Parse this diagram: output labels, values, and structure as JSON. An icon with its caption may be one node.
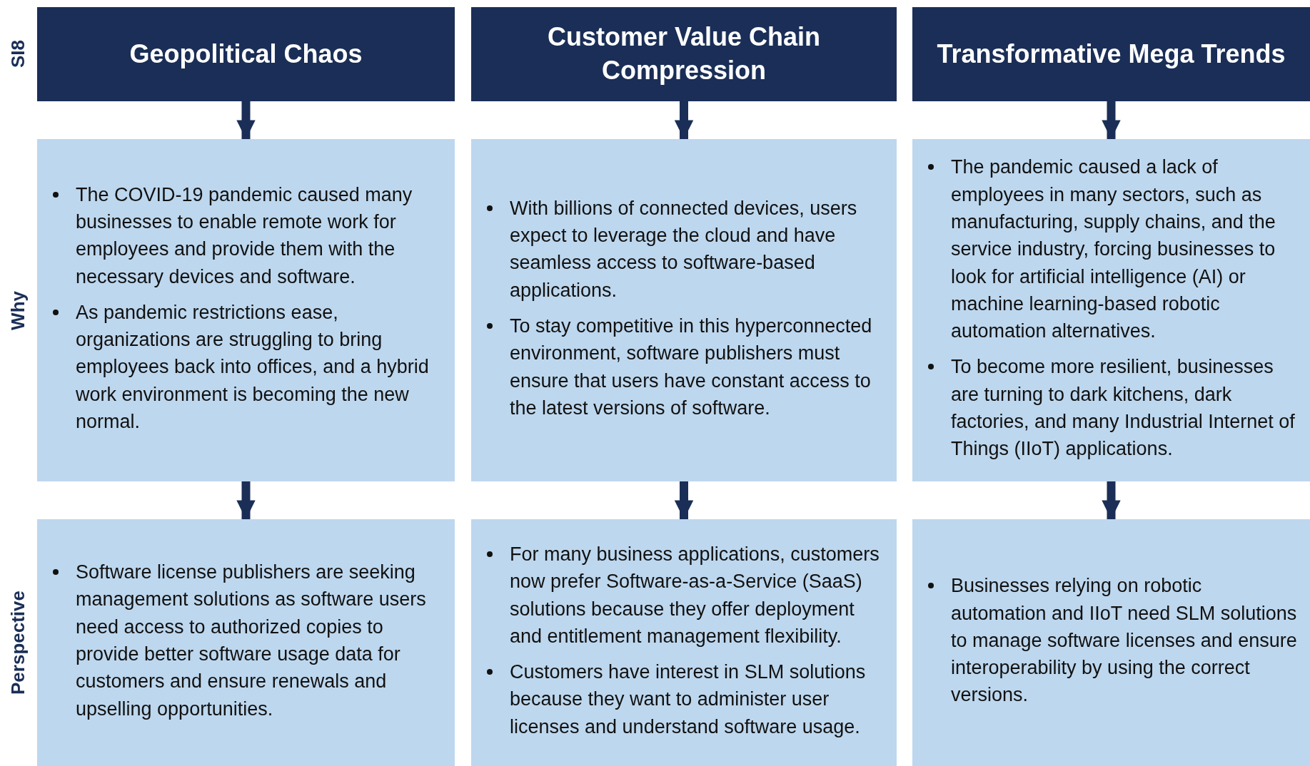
{
  "diagram": {
    "nodes": [
      {
        "text": [
          "Geopolitical Chaos"
        ]
      },
      {
        "text": [
          "Customer Value Chain Compression"
        ]
      },
      {
        "text": [
          "Transformative Mega Trends"
        ]
      },
      {
        "text": [
          "The COVID-19 pandemic caused many businesses to enable remote work for employees and provide them with the necessary devices and software.",
          "As pandemic restrictions ease, organizations are struggling to bring employees back into offices, and a hybrid work environment is becoming the new normal."
        ]
      },
      {
        "text": [
          "With billions of connected devices, users expect to leverage the cloud and have seamless access to software-based applications.",
          "To stay competitive in this hyperconnected environment, software publishers must ensure that users have constant access to the latest versions of software."
        ]
      },
      {
        "text": [
          "The pandemic caused a lack of employees in many sectors, such as manufacturing, supply chains, and the service industry, forcing businesses to look for artificial intelligence (AI) or machine learning-based robotic automation alternatives.",
          "To become more resilient, businesses are turning to dark kitchens, dark factories, and many Industrial Internet of Things (IIoT) applications."
        ]
      },
      {
        "text": [
          "Software license publishers are seeking management solutions as software users need access to authorized copies to provide better software usage data for customers and ensure renewals and upselling opportunities."
        ]
      },
      {
        "text": [
          "For many business applications, customers now prefer Software-as-a-Service (SaaS) solutions because they offer deployment and entitlement management flexibility.",
          "Customers have interest in SLM solutions because they want to administer user licenses and understand software usage."
        ]
      },
      {
        "text": [
          "Businesses relying on robotic automation and IIoT need SLM solutions to manage software licenses and ensure interoperability by using the correct versions."
        ]
      }
    ],
    "edges": [
      {
        "from": 0,
        "to": 3,
        "arrow": "to"
      },
      {
        "from": 3,
        "to": 6,
        "arrow": "to"
      },
      {
        "from": 1,
        "to": 4,
        "arrow": "to"
      },
      {
        "from": 4,
        "to": 7,
        "arrow": "to"
      },
      {
        "from": 2,
        "to": 5,
        "arrow": "to"
      },
      {
        "from": 5,
        "to": 8,
        "arrow": "to"
      }
    ],
    "labels": [
      "SI8",
      "Why",
      "Perspective"
    ]
  }
}
